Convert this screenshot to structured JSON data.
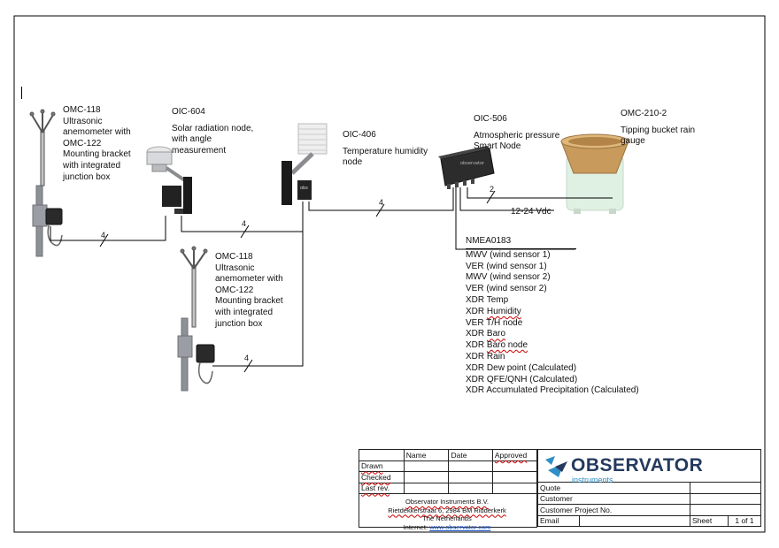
{
  "devices": [
    {
      "id": "anemometer_1",
      "code": "OMC-118",
      "desc": "Ultrasonic\nanemometer with\nOMC-122\nMounting bracket\nwith integrated\njunction box"
    },
    {
      "id": "solar",
      "code": "OIC-604",
      "desc": "Solar radiation node,\nwith angle\nmeasurement"
    },
    {
      "id": "temp_hum",
      "code": "OIC-406",
      "desc": "Temperature humidity\nnode"
    },
    {
      "id": "pressure",
      "code": "OIC-506",
      "desc": "Atmospheric pressure\nSmart Node"
    },
    {
      "id": "rain",
      "code": "OMC-210-2",
      "desc": "Tipping bucket rain\ngauge"
    },
    {
      "id": "anemometer_2",
      "code": "OMC-118",
      "desc": "Ultrasonic\nanemometer with\nOMC-122\nMounting bracket\nwith integrated\njunction box"
    }
  ],
  "connections": {
    "anemometer1_to_bus": "4",
    "solar_to_bus": "4",
    "temphum_to_pressure": "4",
    "rain_to_pressure": "2",
    "anemometer2_to_bus": "4"
  },
  "power_label": "12-24 Vdc",
  "nmea": {
    "header": "NMEA0183",
    "sentences": [
      {
        "prefix": "MWV",
        "text": "(wind sensor 1)",
        "wavy": false
      },
      {
        "prefix": "VER",
        "text": "(wind sensor 1)",
        "wavy": false
      },
      {
        "prefix": "MWV",
        "text": "(wind sensor 2)",
        "wavy": false
      },
      {
        "prefix": "VER",
        "text": "(wind sensor 2)",
        "wavy": false
      },
      {
        "prefix": "XDR",
        "text": "Temp",
        "wavy": false
      },
      {
        "prefix": "XDR",
        "text": "Humidity",
        "wavy": true
      },
      {
        "prefix": "VER",
        "text": "T/H node",
        "wavy": false
      },
      {
        "prefix": "XDR",
        "text": "Baro",
        "wavy": true
      },
      {
        "prefix": "XDR",
        "text": "Baro node",
        "wavy": true
      },
      {
        "prefix": "XDR",
        "text": "Rain",
        "wavy": false
      },
      {
        "prefix": "XDR",
        "text": "Dew point (Calculated)",
        "wavy": false
      },
      {
        "prefix": "XDR",
        "text": "QFE/QNH (Calculated)",
        "wavy": false
      },
      {
        "prefix": "XDR",
        "text": "Accumulated Precipitation (Calculated)",
        "wavy": false
      }
    ]
  },
  "title_block": {
    "headers": {
      "name": "Name",
      "date": "Date",
      "approved": "Approved"
    },
    "rows": {
      "drawn": "Drawn",
      "checked": "Checked",
      "last_rev": "Last rev."
    },
    "company": {
      "name": "Observator Instruments B.V.",
      "address": "Rietdekkerstraat 6, 2984 BM Ridderkerk",
      "country": "The Netherlands",
      "internet_label": "Internet:",
      "website": "www.observator.com"
    },
    "logo": {
      "word": "OBSERVATOR",
      "sub": "instruments",
      "color": "#243a5e",
      "accent": "#2f8fc6"
    },
    "fields": {
      "quote": "Quote",
      "customer": "Customer",
      "customer_project": "Customer Project No.",
      "email": "Email",
      "sheet": "Sheet",
      "sheet_value": "1 of 1"
    }
  }
}
